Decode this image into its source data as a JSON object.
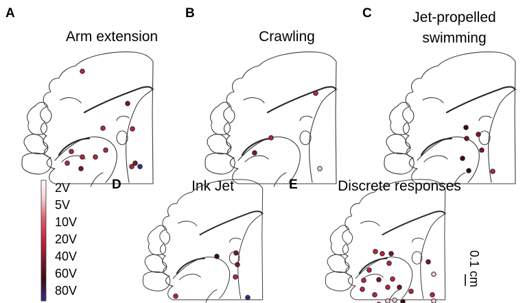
{
  "figure": {
    "panels": [
      {
        "id": "A",
        "letter": "A",
        "title_lines": [
          "Arm extension"
        ],
        "sites": [
          [
            92,
            28,
            "20V"
          ],
          [
            158,
            75,
            "40V"
          ],
          [
            165,
            112,
            "20V"
          ],
          [
            122,
            111,
            "20V"
          ],
          [
            76,
            145,
            "20V"
          ],
          [
            92,
            153,
            "20V"
          ],
          [
            111,
            153,
            "20V"
          ],
          [
            126,
            143,
            "20V"
          ],
          [
            70,
            162,
            "20V"
          ],
          [
            90,
            170,
            "40V"
          ],
          [
            169,
            162,
            "40V"
          ],
          [
            164,
            167,
            "20V"
          ],
          [
            176,
            167,
            "80V"
          ]
        ]
      },
      {
        "id": "B",
        "letter": "B",
        "title_lines": [
          "Crawling"
        ],
        "sites": [
          [
            165,
            60,
            "20V"
          ],
          [
            100,
            125,
            "20V"
          ],
          [
            76,
            147,
            "40V"
          ],
          [
            171,
            170,
            "5V"
          ]
        ]
      },
      {
        "id": "C",
        "letter": "C",
        "title_lines": [
          "Jet-propelled",
          "swimming"
        ],
        "sites": [
          [
            123,
            110,
            "60V"
          ],
          [
            124,
            126,
            "40V"
          ],
          [
            141,
            120,
            "40V"
          ],
          [
            146,
            143,
            "40V"
          ],
          [
            118,
            155,
            "60V"
          ],
          [
            127,
            173,
            "60V"
          ],
          [
            162,
            174,
            "20V"
          ]
        ]
      },
      {
        "id": "D",
        "letter": "D",
        "title_lines": [
          "Ink Jet"
        ],
        "sites": [
          [
            120,
            112,
            "60V"
          ],
          [
            148,
            107,
            "40V"
          ],
          [
            150,
            124,
            "40V"
          ],
          [
            147,
            142,
            "20V"
          ],
          [
            60,
            170,
            "20V"
          ],
          [
            165,
            172,
            "80V"
          ]
        ]
      },
      {
        "id": "E",
        "letter": "E",
        "title_lines": [
          "Discrete responses"
        ],
        "sites": [
          [
            85,
            105,
            "20V"
          ],
          [
            95,
            108,
            "20V"
          ],
          [
            108,
            108,
            "40V"
          ],
          [
            105,
            122,
            "20V"
          ],
          [
            76,
            132,
            "20V"
          ],
          [
            162,
            120,
            "40V"
          ],
          [
            170,
            138,
            "5V"
          ],
          [
            68,
            147,
            "20V"
          ],
          [
            90,
            146,
            "40V"
          ],
          [
            110,
            145,
            "20V"
          ],
          [
            66,
            160,
            "20V"
          ],
          [
            84,
            168,
            "20V"
          ],
          [
            103,
            157,
            "20V"
          ],
          [
            120,
            157,
            "40V"
          ],
          [
            90,
            182,
            "20V"
          ],
          [
            103,
            177,
            "5V"
          ],
          [
            113,
            176,
            "5V"
          ],
          [
            125,
            178,
            "60V"
          ],
          [
            137,
            163,
            "20V"
          ],
          [
            168,
            168,
            "20V"
          ],
          [
            170,
            177,
            "5V"
          ]
        ]
      }
    ]
  },
  "legend": {
    "labels": [
      "2V",
      "5V",
      "10V",
      "20V",
      "40V",
      "60V",
      "80V"
    ],
    "colors": [
      "#ffffff",
      "#f2c6cd",
      "#e0566b",
      "#bd2340",
      "#7d1728",
      "#3d0b14",
      "#3b2a8f"
    ]
  },
  "scale_bar": {
    "label": "0.1 cm"
  }
}
